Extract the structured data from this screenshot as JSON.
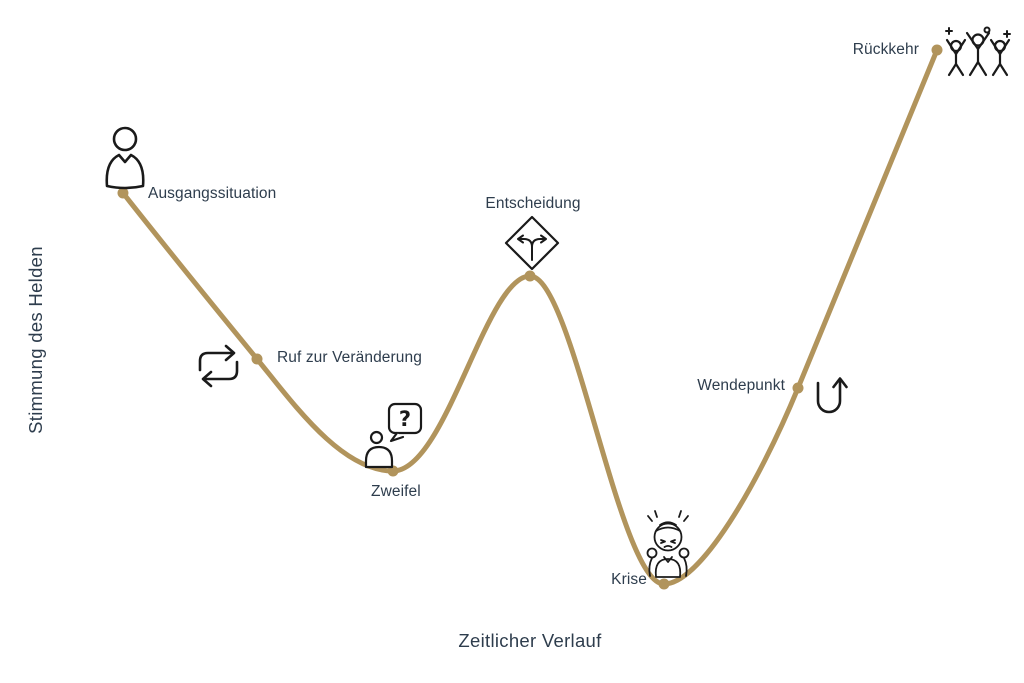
{
  "chart_data": {
    "type": "line",
    "title": "",
    "xlabel": "Zeitlicher Verlauf",
    "ylabel": "Stimmung des Helden",
    "line_color": "#b1945c",
    "text_color": "#2e3d4d",
    "icon_color": "#1a1a1a",
    "background": "#ffffff",
    "grid": false,
    "legend": false,
    "points": [
      {
        "stage": "Ausgangssituation",
        "t": 0,
        "mood": 0.75,
        "icon": "person-icon"
      },
      {
        "stage": "Ruf zur Veränderung",
        "t": 1,
        "mood": 0.45,
        "icon": "cycle-arrows-icon"
      },
      {
        "stage": "Zweifel",
        "t": 2,
        "mood": 0.26,
        "icon": "person-question-icon"
      },
      {
        "stage": "Entscheidung",
        "t": 3,
        "mood": 0.6,
        "icon": "decision-diamond-icon"
      },
      {
        "stage": "Krise",
        "t": 4,
        "mood": 0.06,
        "icon": "stressed-person-icon"
      },
      {
        "stage": "Wendepunkt",
        "t": 5,
        "mood": 0.41,
        "icon": "u-turn-arrow-icon"
      },
      {
        "stage": "Rückkehr",
        "t": 6,
        "mood": 1.0,
        "icon": "celebration-icon"
      }
    ]
  },
  "glyphs": {
    "question_mark": "?"
  }
}
